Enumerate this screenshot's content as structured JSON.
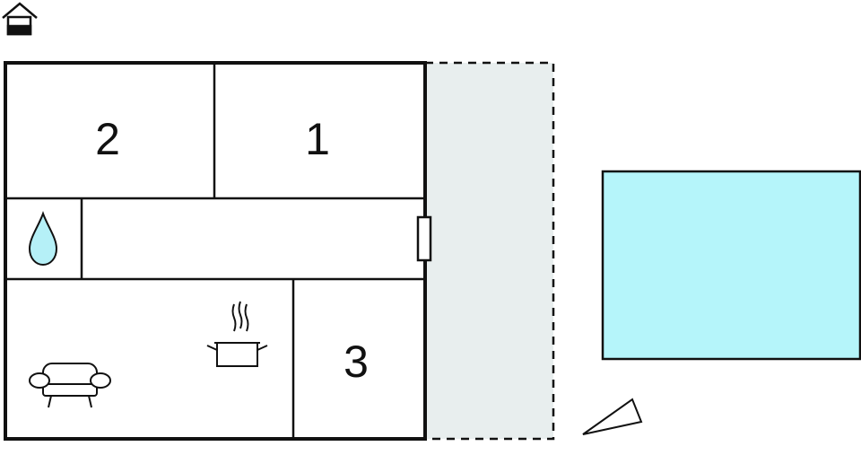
{
  "floor_plan": {
    "rooms": [
      {
        "id": "bedroom-1",
        "label": "1"
      },
      {
        "id": "bedroom-2",
        "label": "2"
      },
      {
        "id": "bedroom-3",
        "label": "3"
      }
    ],
    "icons": {
      "floor_level": "house-ground-floor-icon",
      "bathroom": "water-drop-icon",
      "kitchen": "cooking-pot-icon",
      "living_room": "sofa-icon",
      "compass": "north-arrow-icon"
    },
    "areas": {
      "terrace": "dashed-outline-terrace",
      "pool": "swimming-pool"
    },
    "colors": {
      "walls": "#111111",
      "terrace_fill": "#e8eeee",
      "pool_fill": "#b5f5fa",
      "water_drop_fill": "#b5f0f7"
    }
  }
}
